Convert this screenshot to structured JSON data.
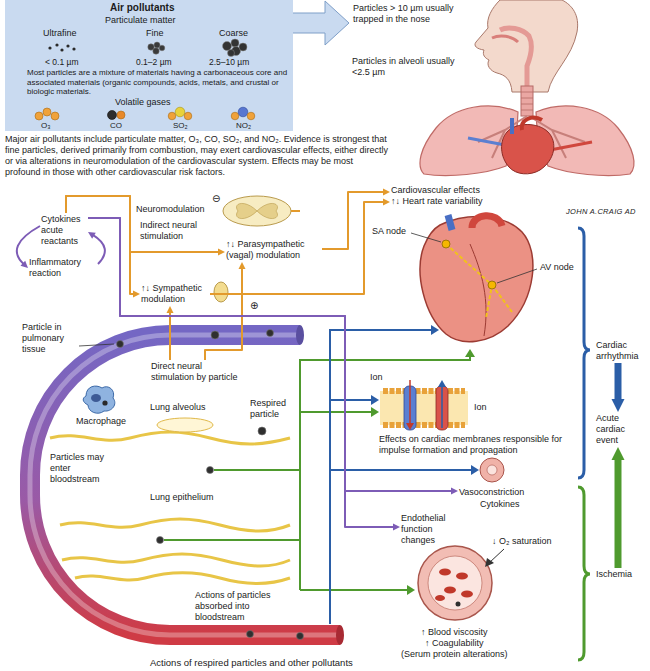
{
  "diagram": {
    "caption": "Actions of respired particles and other pollutants",
    "nodes": [
      {
        "text": [
          "Air pollutants",
          "Particulate matter",
          "Ultrafine",
          "Fine",
          "Coarse",
          "< 0.1 µm",
          "0.1–2 µm",
          "2.5–10 µm",
          "Most particles are a mixture of materials having a carbonaceous core and associated materials (organic compounds, acids, metals, and crustal or biologic materials.",
          "Volatile gases",
          "O₃",
          "CO",
          "SO₂",
          "NO₂"
        ]
      },
      {
        "text": [
          "Particles > 10 µm usually trapped in the nose"
        ]
      },
      {
        "text": [
          "Cytokines acute reactants"
        ]
      },
      {
        "text": [
          "Inflammatory reaction"
        ]
      },
      {
        "text": [
          "↑↓ Parasympathetic (vagal) modulation"
        ]
      },
      {
        "text": [
          "↑↓ Sympathetic modulation"
        ]
      },
      {
        "text": [
          "Cardiovascular effects",
          "↑↓ Heart rate variability"
        ]
      },
      {
        "text": [
          "Direct neural stimulation by particle"
        ]
      },
      {
        "text": [
          "Effects on cardiac membranes responsible for impulse formation and propagation"
        ]
      },
      {
        "text": [
          "Vasoconstriction"
        ]
      },
      {
        "text": [
          "Endothelial function changes"
        ]
      },
      {
        "text": [
          "↑ Blood viscosity",
          "↑ Coagulability",
          "(Serum protein alterations)"
        ]
      },
      {
        "text": [
          "Cardiac arrhythmia"
        ]
      },
      {
        "text": [
          "Acute cardiac event"
        ]
      },
      {
        "text": [
          "Ischemia"
        ]
      }
    ],
    "edges": [
      {
        "from": 0,
        "to": 1,
        "arrow": "to"
      },
      {
        "from": 2,
        "to": 3,
        "arrow": "to"
      },
      {
        "from": 3,
        "to": 2,
        "arrow": "to"
      },
      {
        "from": 2,
        "to": 4,
        "arrow": "to"
      },
      {
        "from": 2,
        "to": 5,
        "arrow": "to"
      },
      {
        "from": 7,
        "to": 4,
        "arrow": "to"
      },
      {
        "from": 7,
        "to": 5,
        "arrow": "to"
      },
      {
        "from": 4,
        "to": 6,
        "arrow": "to"
      },
      {
        "from": 5,
        "to": 6,
        "arrow": "to"
      },
      {
        "from": 2,
        "to": 9,
        "arrow": "to"
      },
      {
        "from": 2,
        "to": 10,
        "arrow": "to"
      },
      {
        "from": 12,
        "to": 13,
        "arrow": "to"
      },
      {
        "from": 14,
        "to": 13,
        "arrow": "to"
      }
    ],
    "labels": [
      "Particles in alveoli usually <2.5 µm",
      "JOHN A.CRAIG AD",
      "Major air pollutants include particulate matter, O₃, CO, SO₂, and NO₂. Evidence is strongest that fine particles, derived primarily from combustion, may exert cardiovascular effects, either directly or via alterations in neuromodulation of the cardiovascular system. Effects may be most profound in those with other cardiovascular risk factors.",
      "Neuromodulation",
      "Indirect neural stimulation",
      "⊖",
      "⊕",
      "SA node",
      "AV node",
      "Particle in pulmonary tissue",
      "Macrophage",
      "Lung alveolus",
      "Respired particle",
      "Ion",
      "Ion",
      "Particles may enter bloodstream",
      "Lung epithelium",
      "Cytokines",
      "↓ O₂ saturation",
      "Actions of particles absorbed into bloodstream"
    ]
  }
}
